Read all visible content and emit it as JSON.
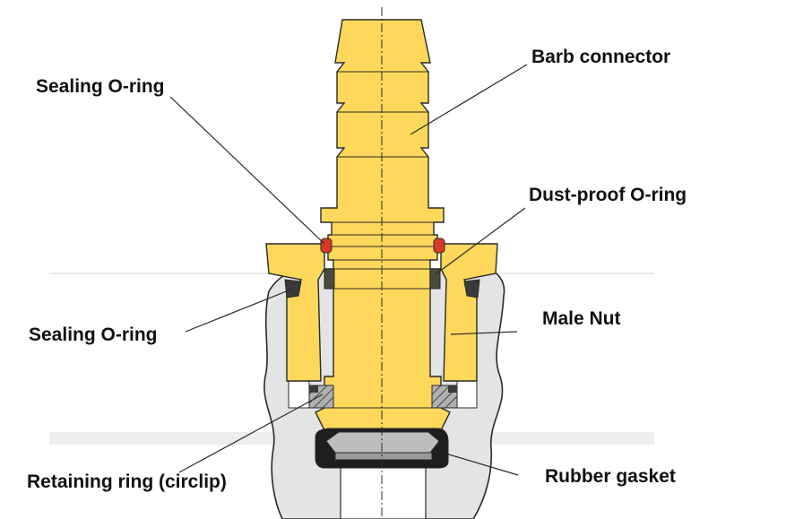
{
  "labels": {
    "barb_connector": "Barb connector",
    "sealing_oring_top": "Sealing O-ring",
    "dust_proof_oring": "Dust-proof O-ring",
    "sealing_oring_left": "Sealing O-ring",
    "male_nut": "Male Nut",
    "retaining_ring": "Retaining ring (circlip)",
    "rubber_gasket": "Rubber gasket"
  },
  "colors": {
    "brass": "#fdd85a",
    "brass_shadow": "#f6c400",
    "oring_red": "#d83a2a",
    "oring_dark": "#3a3a3a",
    "housing_gray": "#e4e4e4",
    "gasket_black": "#1e1e1e"
  }
}
